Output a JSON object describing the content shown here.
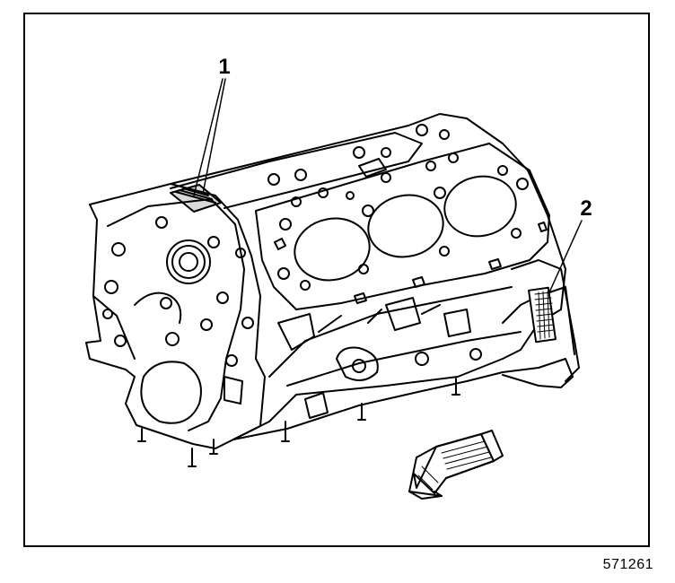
{
  "callouts": {
    "one": "1",
    "two": "2"
  },
  "figure_number": "571261",
  "colors": {
    "line": "#000000",
    "background": "#ffffff"
  }
}
